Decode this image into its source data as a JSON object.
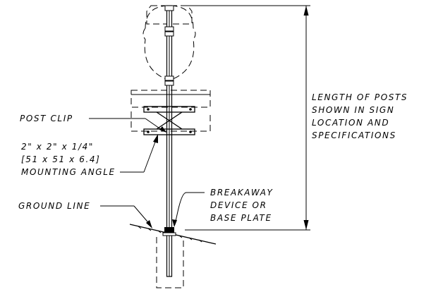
{
  "labels": {
    "length_of_posts": [
      "LENGTH OF POSTS",
      "SHOWN IN SIGN",
      "LOCATION AND",
      "SPECIFICATIONS"
    ],
    "post_clip": "POST CLIP",
    "mounting_angle": [
      "2\" x 2\" x 1/4\"",
      "[51 x 51 x 6.4]",
      "MOUNTING ANGLE"
    ],
    "ground_line": "GROUND LINE",
    "breakaway": [
      "BREAKAWAY",
      "DEVICE OR",
      "BASE PLATE"
    ]
  }
}
